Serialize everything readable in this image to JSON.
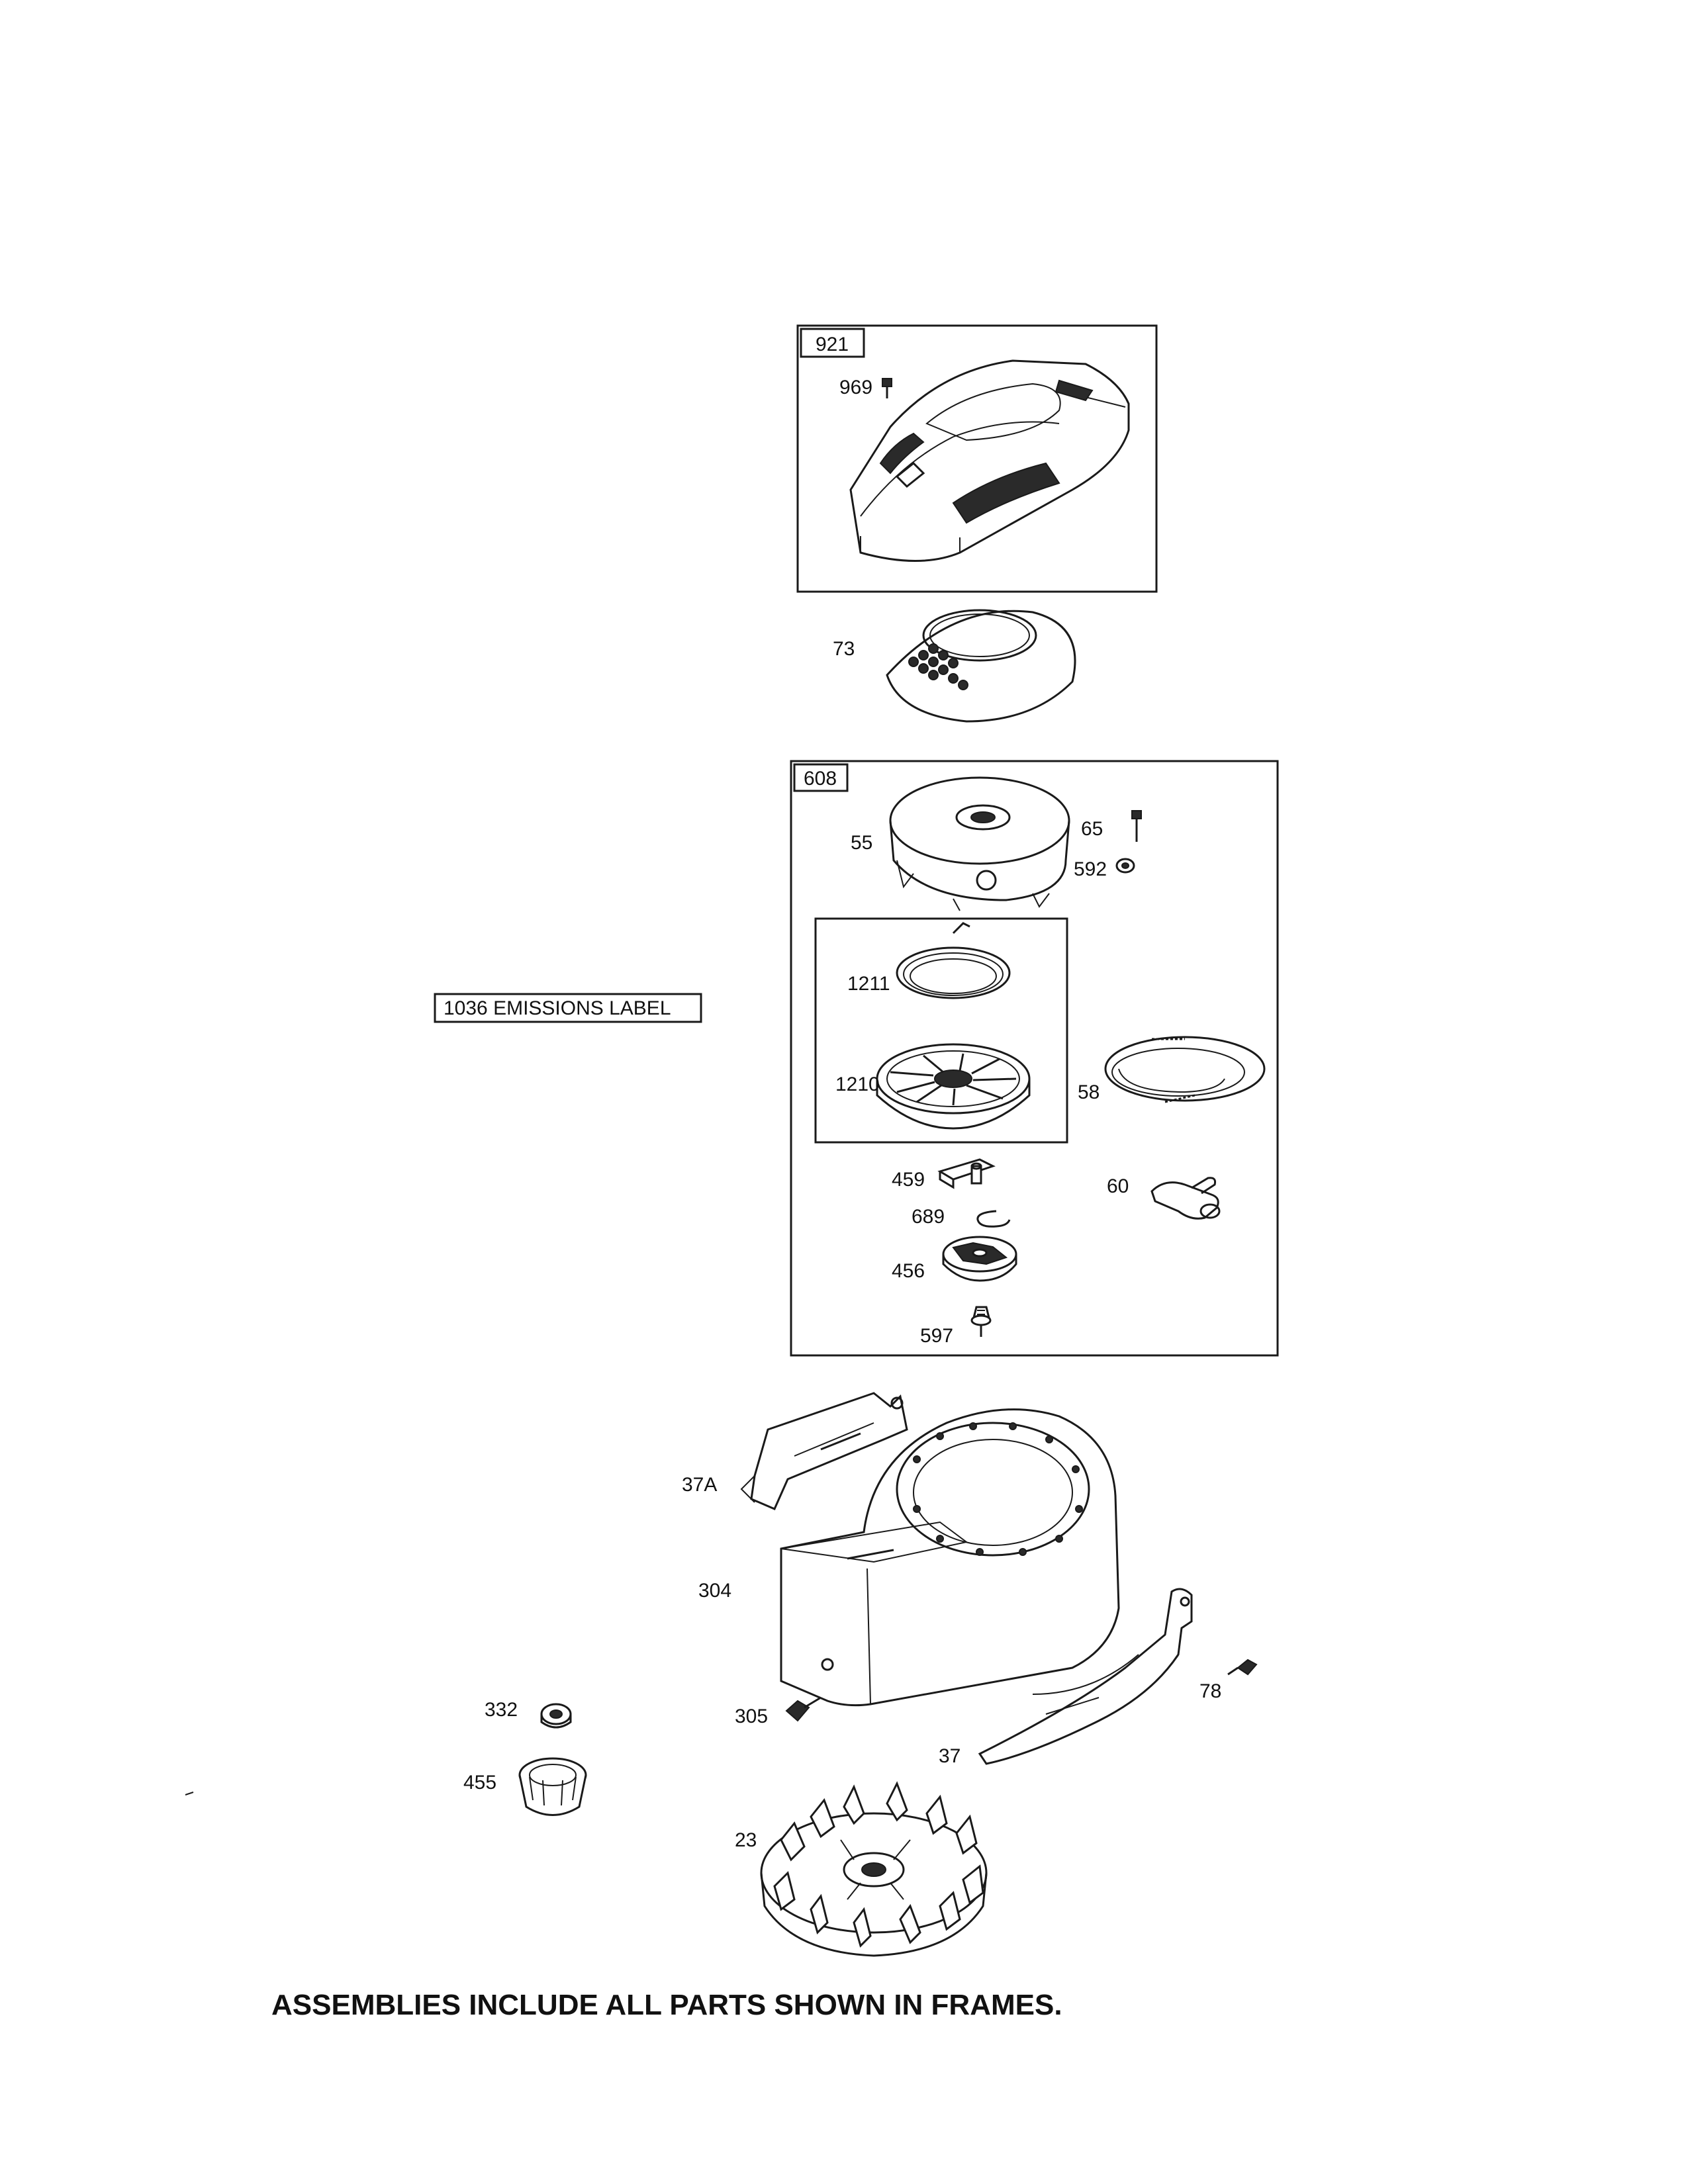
{
  "frames": [
    {
      "id": "frame-921",
      "label": "921"
    },
    {
      "id": "frame-608",
      "label": "608"
    }
  ],
  "emissions_label": "1036 EMISSIONS LABEL",
  "parts": {
    "p969": "969",
    "p73": "73",
    "p55": "55",
    "p65": "65",
    "p592": "592",
    "p1211": "1211",
    "p1210": "1210",
    "p58": "58",
    "p459": "459",
    "p60": "60",
    "p689": "689",
    "p456": "456",
    "p597": "597",
    "p37A": "37A",
    "p304": "304",
    "p332": "332",
    "p305": "305",
    "p78": "78",
    "p37": "37",
    "p455": "455",
    "p23": "23"
  },
  "footer": "ASSEMBLIES INCLUDE ALL PARTS SHOWN IN FRAMES."
}
